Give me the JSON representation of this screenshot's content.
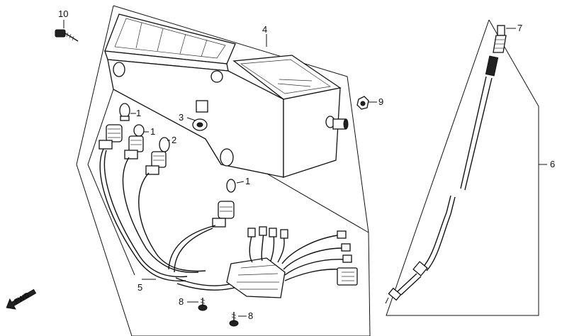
{
  "callouts": {
    "c1a": "1",
    "c1b": "1",
    "c1c": "1",
    "c2": "2",
    "c3": "3",
    "c4": "4",
    "c5": "5",
    "c6": "6",
    "c7": "7",
    "c8a": "8",
    "c8b": "8",
    "c9": "9",
    "c10": "10"
  },
  "direction_label": "FWD"
}
